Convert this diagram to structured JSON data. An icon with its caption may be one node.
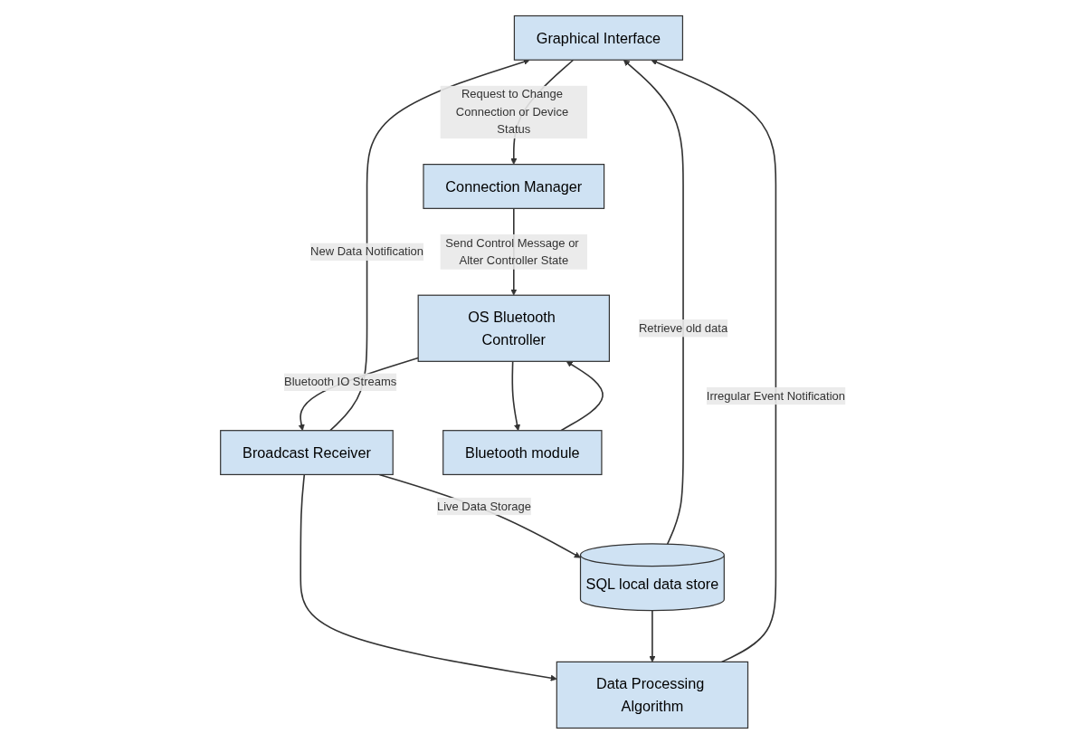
{
  "diagram": {
    "nodes": [
      {
        "text": [
          "Graphical Interface"
        ]
      },
      {
        "text": [
          "Connection Manager"
        ]
      },
      {
        "text": [
          "Data Processing Algorithm"
        ]
      },
      {
        "text": [
          "Broadcast Receiver"
        ]
      },
      {
        "text": [
          "SQL local data store"
        ]
      },
      {
        "text": [
          "OS Bluetooth Controller"
        ]
      },
      {
        "text": [
          "Bluetooth module"
        ]
      }
    ],
    "edges": [
      {
        "from": 0,
        "to": 1,
        "arrow": "to",
        "label": "Request to Change Connection or Device Status"
      },
      {
        "from": 4,
        "to": 0,
        "arrow": "to",
        "label": "Retrieve old data"
      },
      {
        "from": 2,
        "to": 0,
        "arrow": "to",
        "label": "Irregular Event Notification"
      },
      {
        "from": 3,
        "to": 0,
        "arrow": "to",
        "label": "New Data Notification"
      },
      {
        "from": 3,
        "to": 2,
        "arrow": "to"
      },
      {
        "from": 4,
        "to": 2,
        "arrow": "to"
      },
      {
        "from": 3,
        "to": 4,
        "arrow": "to",
        "label": "Live Data Storage"
      },
      {
        "from": 5,
        "to": 3,
        "arrow": "to",
        "label": "Bluetooth IO Streams"
      },
      {
        "from": 1,
        "to": 5,
        "arrow": "to",
        "label": "Send Control Message or Alter Controller State"
      },
      {
        "from": 5,
        "to": 6,
        "arrow": "to"
      },
      {
        "from": 6,
        "to": 5,
        "arrow": "to"
      }
    ]
  }
}
